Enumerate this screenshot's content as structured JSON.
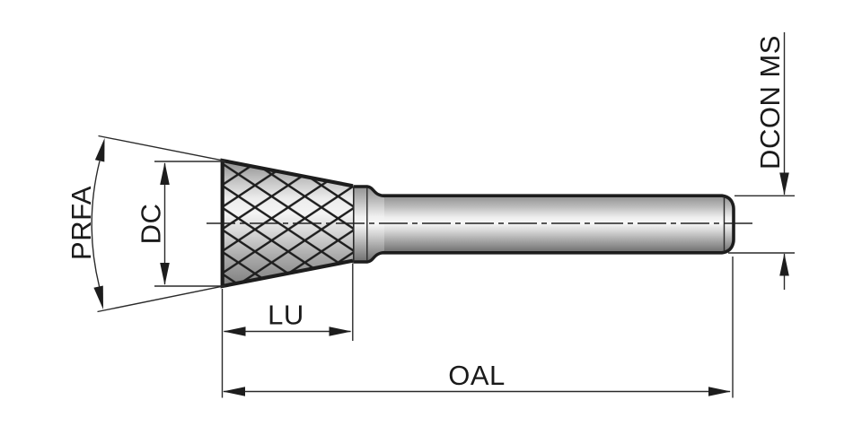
{
  "drawing": {
    "labels": {
      "profile_angle": "PRFA",
      "cutting_diameter": "DC",
      "cutting_length": "LU",
      "overall_length": "OAL",
      "shank_diameter": "DCON MS"
    },
    "colors": {
      "background": "#ffffff",
      "line": "#1d1d1d",
      "text": "#1a1a1a"
    }
  }
}
